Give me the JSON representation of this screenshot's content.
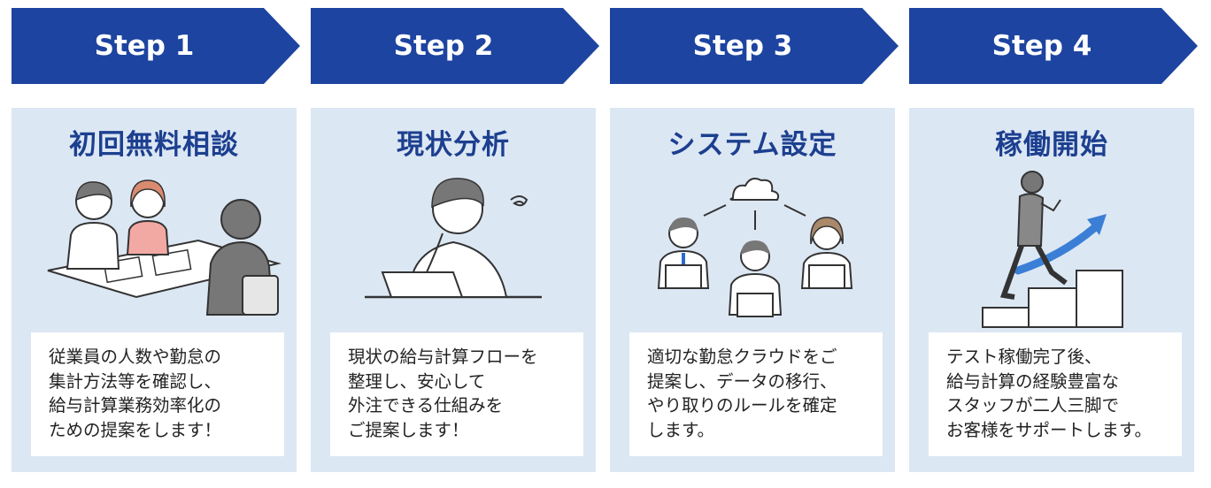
{
  "steps": [
    {
      "label": "Step 1",
      "title": "初回無料相談",
      "illustration": "consultation-meeting-icon",
      "lines": [
        "従業員の人数や勤怠の",
        "集計方法等を確認し、",
        "給与計算業務効率化の",
        "ための提案をします！"
      ]
    },
    {
      "label": "Step 2",
      "title": "現状分析",
      "illustration": "thinking-person-laptop-icon",
      "lines": [
        "現状の給与計算フローを",
        "整理し、安心して",
        "外注できる仕組みを",
        "ご提案します！"
      ]
    },
    {
      "label": "Step 3",
      "title": "システム設定",
      "illustration": "cloud-network-team-icon",
      "lines": [
        "適切な勤怠クラウドをご",
        "提案し、データの移行、",
        "やり取りのルールを確定",
        "します。"
      ]
    },
    {
      "label": "Step 4",
      "title": "稼働開始",
      "illustration": "climbing-stairs-growth-icon",
      "lines": [
        "テスト稼働完了後、",
        "給与計算の経験豊富な",
        "スタッフが二人三脚で",
        "お客様をサポートします。"
      ]
    }
  ],
  "colors": {
    "arrow": "#1d44a0",
    "panel": "#dce7f4",
    "title": "#1c3f8f",
    "accent_arrow": "#3a7fd5"
  }
}
